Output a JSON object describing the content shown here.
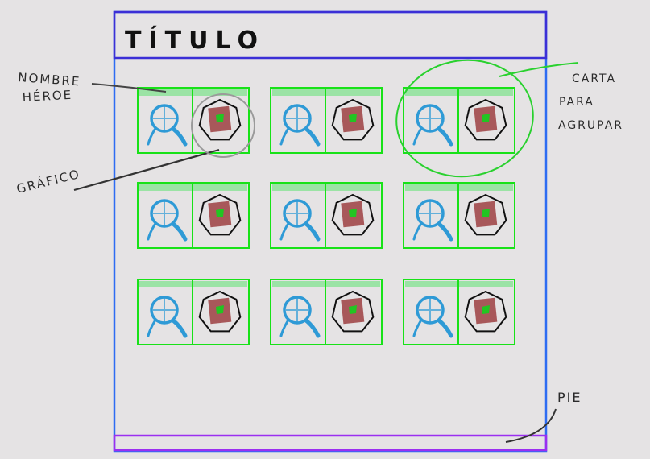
{
  "header": {
    "title": "TÍTULO"
  },
  "annotations": {
    "hero_name": [
      "NOMBRE",
      "HÉROE"
    ],
    "graphic": "GRÁFICO",
    "card_group": [
      "CARTA",
      "PARA",
      "AGRUPAR"
    ],
    "footer": "PIE"
  },
  "grid": {
    "rows": 3,
    "columns": 3,
    "card_count": 9
  },
  "colors": {
    "page_frame": "#2e6cf2",
    "header_border": "#3b2fd6",
    "footer_bar": "#9b2ff0",
    "card_border": "#18e218",
    "card_header": "#8ee39a",
    "hero_icon": "#2e9ad6",
    "graphic_square": "#a8585a",
    "graphic_gem": "#22c522",
    "annotation_circle_green": "#29d12e",
    "annotation_circle_grey": "#9a9a9a",
    "ink": "#222222"
  },
  "icons": {
    "hero": "hero-magnifier-icon",
    "graphic": "heptagon-gem-icon"
  }
}
